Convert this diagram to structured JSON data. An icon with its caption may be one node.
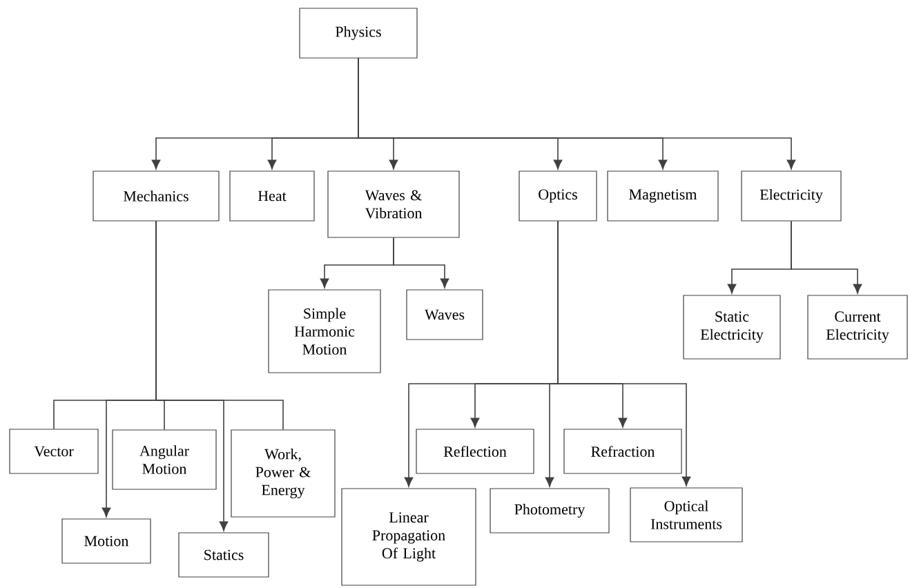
{
  "diagram": {
    "nodes": [
      {
        "text": [
          "Physics"
        ]
      },
      {
        "text": [
          "Mechanics"
        ]
      },
      {
        "text": [
          "Heat"
        ]
      },
      {
        "text": [
          "Waves & Vibration"
        ]
      },
      {
        "text": [
          "Optics"
        ]
      },
      {
        "text": [
          "Magnetism"
        ]
      },
      {
        "text": [
          "Electricity"
        ]
      },
      {
        "text": [
          "Simple Harmonic Motion"
        ]
      },
      {
        "text": [
          "Waves"
        ]
      },
      {
        "text": [
          "Static Electricity"
        ]
      },
      {
        "text": [
          "Current Electricity"
        ]
      },
      {
        "text": [
          "Vector"
        ]
      },
      {
        "text": [
          "Angular Motion"
        ]
      },
      {
        "text": [
          "Work, Power & Energy"
        ]
      },
      {
        "text": [
          "Motion"
        ]
      },
      {
        "text": [
          "Statics"
        ]
      },
      {
        "text": [
          "Reflection"
        ]
      },
      {
        "text": [
          "Refraction"
        ]
      },
      {
        "text": [
          "Linear Propagation Of Light"
        ]
      },
      {
        "text": [
          "Photometry"
        ]
      },
      {
        "text": [
          "Optical Instruments"
        ]
      }
    ],
    "edges": [
      {
        "from": 0,
        "to": 1,
        "arrow": "to"
      },
      {
        "from": 0,
        "to": 2,
        "arrow": "to"
      },
      {
        "from": 0,
        "to": 3,
        "arrow": "to"
      },
      {
        "from": 0,
        "to": 4,
        "arrow": "to"
      },
      {
        "from": 0,
        "to": 5,
        "arrow": "to"
      },
      {
        "from": 0,
        "to": 6,
        "arrow": "to"
      },
      {
        "from": 3,
        "to": 7,
        "arrow": "to"
      },
      {
        "from": 3,
        "to": 8,
        "arrow": "to"
      },
      {
        "from": 6,
        "to": 9,
        "arrow": "to"
      },
      {
        "from": 6,
        "to": 10,
        "arrow": "to"
      },
      {
        "from": 1,
        "to": 11,
        "arrow": "none"
      },
      {
        "from": 1,
        "to": 12,
        "arrow": "none"
      },
      {
        "from": 1,
        "to": 13,
        "arrow": "none"
      },
      {
        "from": 1,
        "to": 14,
        "arrow": "to"
      },
      {
        "from": 1,
        "to": 15,
        "arrow": "to"
      },
      {
        "from": 4,
        "to": 16,
        "arrow": "to"
      },
      {
        "from": 4,
        "to": 17,
        "arrow": "to"
      },
      {
        "from": 4,
        "to": 18,
        "arrow": "to"
      },
      {
        "from": 4,
        "to": 19,
        "arrow": "to"
      },
      {
        "from": 4,
        "to": 20,
        "arrow": "to"
      }
    ]
  }
}
